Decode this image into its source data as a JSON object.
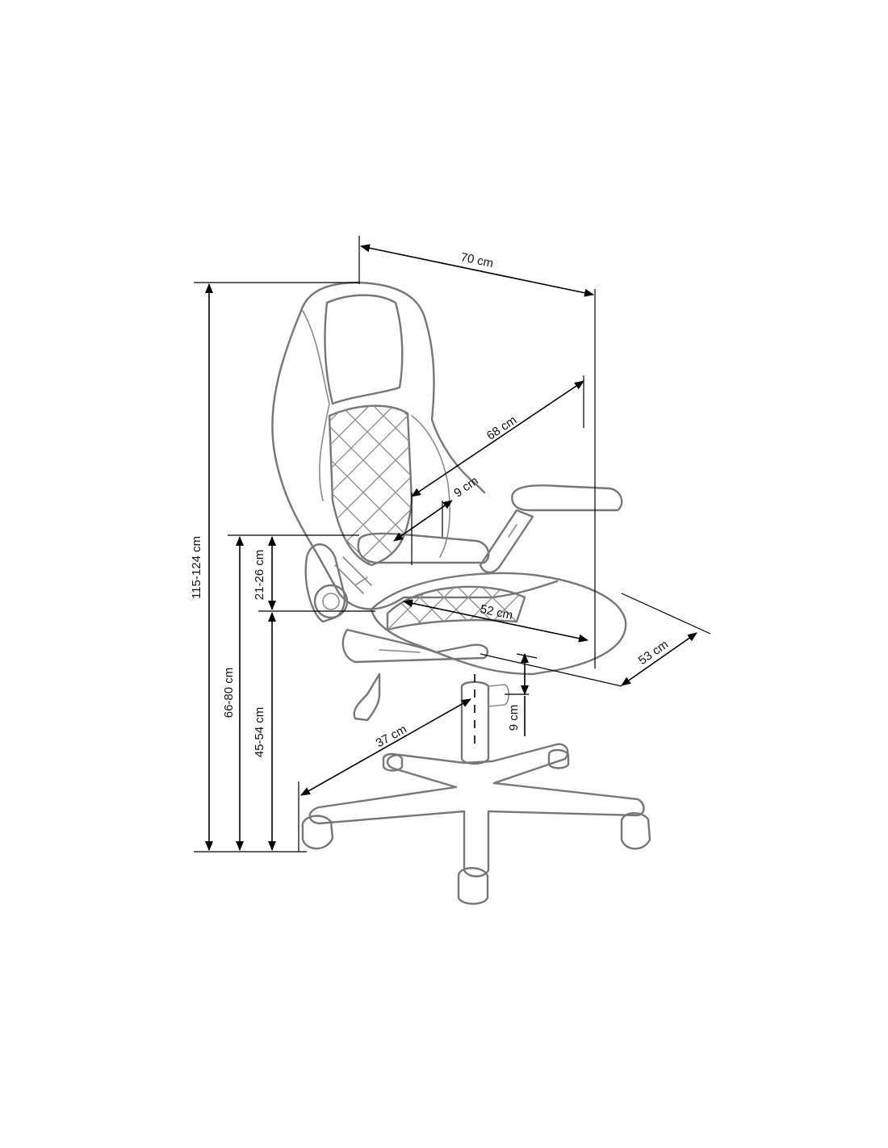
{
  "diagram": {
    "colors": {
      "line": "#000000",
      "outline": "#777777",
      "background": "#ffffff"
    },
    "dimensions": {
      "overall_width": "70 cm",
      "backrest_height": "68 cm",
      "armrest_width": "9 cm",
      "armrest_height_range": "21-26 cm",
      "total_height_range": "115-124 cm",
      "armrest_floor_height_range": "66-80 cm",
      "seat_height_range": "45-54 cm",
      "seat_depth": "52 cm",
      "seat_width": "53 cm",
      "gas_lift_travel": "9 cm",
      "base_radius": "37 cm"
    }
  }
}
